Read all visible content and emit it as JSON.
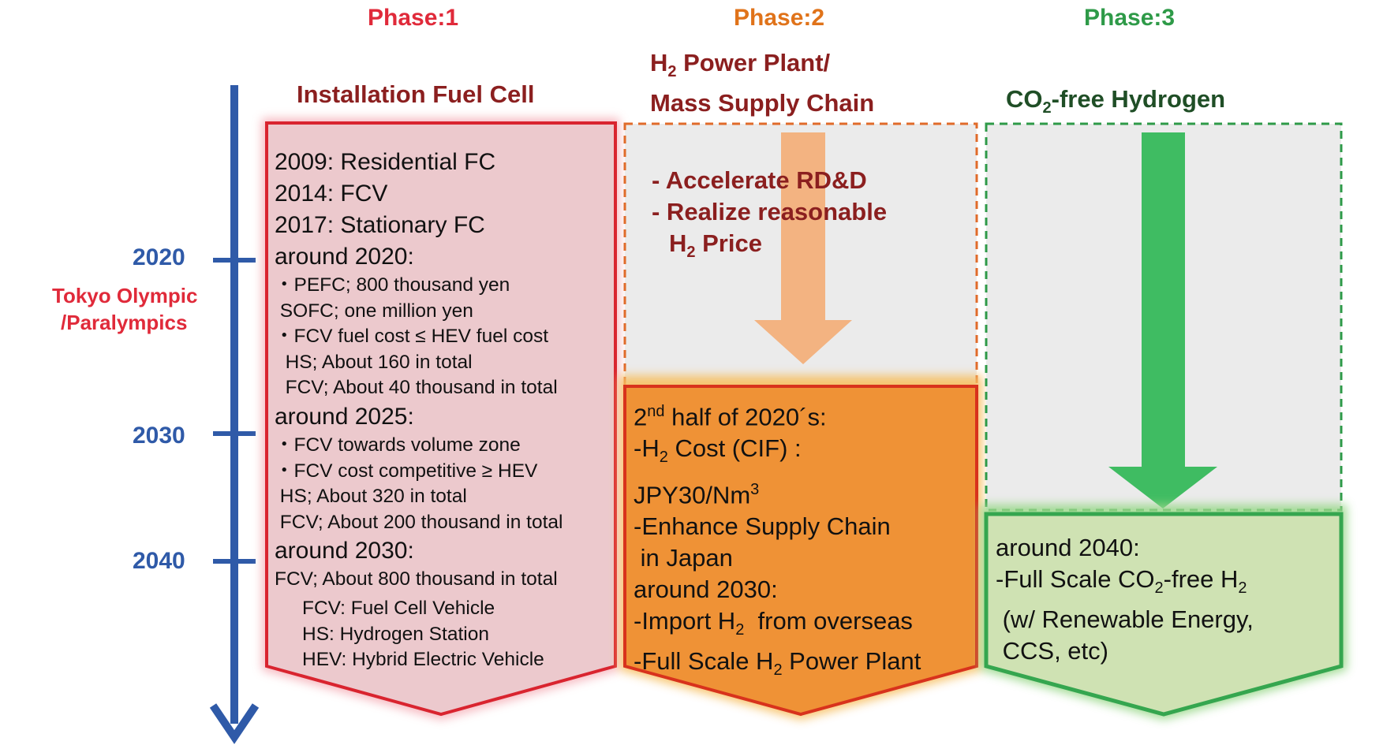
{
  "colors": {
    "phase1": "#e02a3a",
    "phase2": "#e0731a",
    "phase3": "#2e9a48",
    "timeline": "#2f5aa8",
    "pink_fill": "#ecc9cd",
    "orange_fill": "#ef9236",
    "green_fill": "#cfe2b3"
  },
  "phases": [
    {
      "label": "Phase:1"
    },
    {
      "label": "Phase:2"
    },
    {
      "label": "Phase:3"
    }
  ],
  "headers": {
    "phase1": "Installation Fuel Cell",
    "phase2_line1_h": "H",
    "phase2_line1_sub": "2",
    "phase2_line1_rest": " Power Plant/",
    "phase2_line2": "Mass Supply Chain",
    "phase3_pre": "CO",
    "phase3_sub": "2",
    "phase3_post": "-free Hydrogen"
  },
  "timeline": {
    "years": [
      "2020",
      "2030",
      "2040"
    ],
    "event_line1": "Tokyo Olympic",
    "event_line2": "/Paralympics"
  },
  "phase1_box": {
    "lines": [
      "2009: Residential FC",
      "2014: FCV",
      "2017: Stationary FC",
      "around 2020:",
      "・PEFC; 800 thousand yen",
      " SOFC; one million yen",
      "・FCV fuel cost ≤ HEV fuel cost",
      "  HS; About 160 in total",
      "  FCV; About 40 thousand in total",
      "around 2025:",
      "・FCV towards volume zone",
      "・FCV cost competitive ≥ HEV",
      " HS; About 320 in total",
      " FCV; About 200 thousand in total",
      "around 2030:",
      "FCV; About 800 thousand in total"
    ],
    "legend": [
      "FCV: Fuel Cell Vehicle",
      "HS: Hydrogen Station",
      "HEV: Hybrid Electric Vehicle"
    ]
  },
  "phase2_upper": {
    "line1": "- Accelerate RD&D",
    "line2": "- Realize reasonable",
    "line3_h": "H",
    "line3_sub": "2",
    "line3_rest": " Price"
  },
  "phase2_box": {
    "l1_num": "2",
    "l1_sup": "nd",
    "l1_rest": " half of 2020´s:",
    "l2_pre": "-H",
    "l2_sub": "2",
    "l2_rest": " Cost (CIF) :",
    "l3_pre": "JPY30/Nm",
    "l3_sup": "3",
    "l4": "-Enhance Supply Chain",
    "l5": " in Japan",
    "l6": "around 2030:",
    "l7_pre": "-Import H",
    "l7_sub": "2",
    "l7_rest": "  from overseas",
    "l8_pre": "-Full Scale H",
    "l8_sub": "2",
    "l8_rest": " Power Plant"
  },
  "phase3_box": {
    "l1": "around 2040:",
    "l2_pre": "-Full Scale CO",
    "l2_sub": "2",
    "l2_mid": "-free H",
    "l2_sub2": "2",
    "l3": " (w/ Renewable Energy,",
    "l4": " CCS, etc)"
  }
}
